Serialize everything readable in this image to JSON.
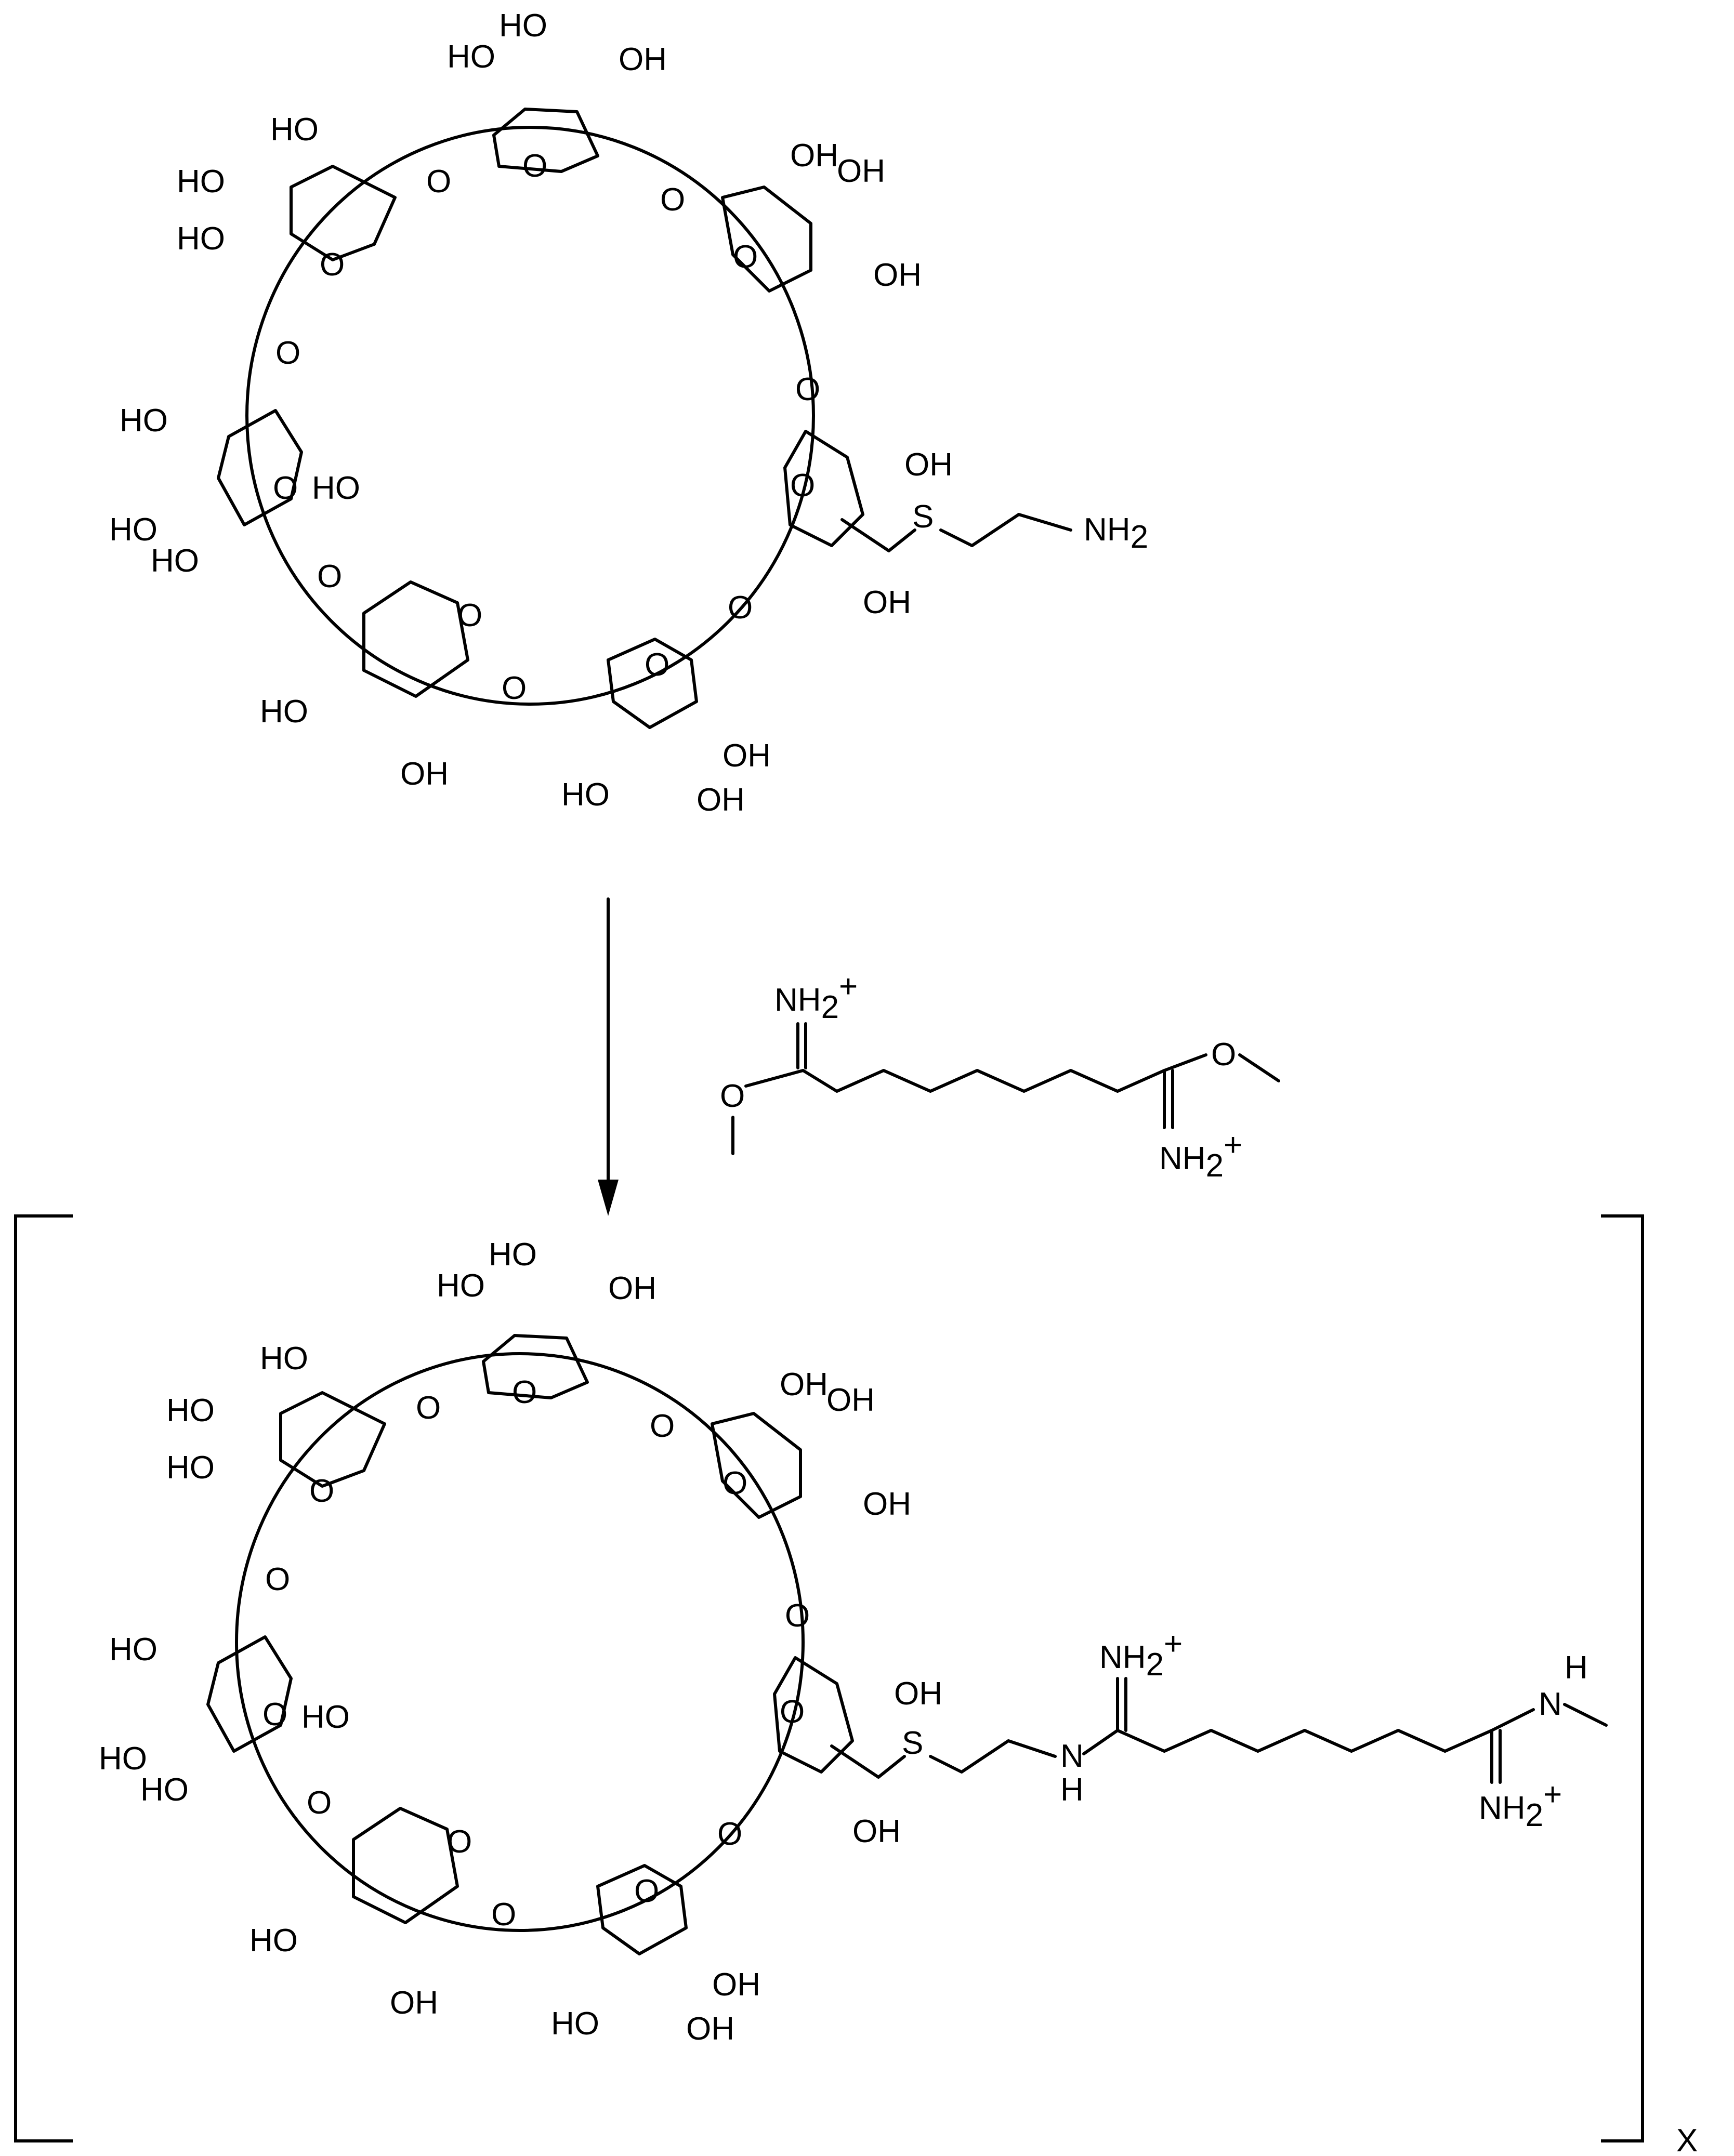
{
  "atoms": {
    "hydroxyl_right": "OH",
    "hydroxyl_left": "HO",
    "ring_oxygen": "O",
    "sulfur": "S",
    "amine": "NH",
    "amine_subscript": "2",
    "iminium": "NH",
    "iminium_subscript": "2",
    "iminium_charge": "+",
    "amide_n": "N",
    "amide_h": "H"
  },
  "bracket": {
    "repeat_label": "X"
  },
  "colors": {
    "ink": "#000000",
    "background": "#ffffff"
  }
}
